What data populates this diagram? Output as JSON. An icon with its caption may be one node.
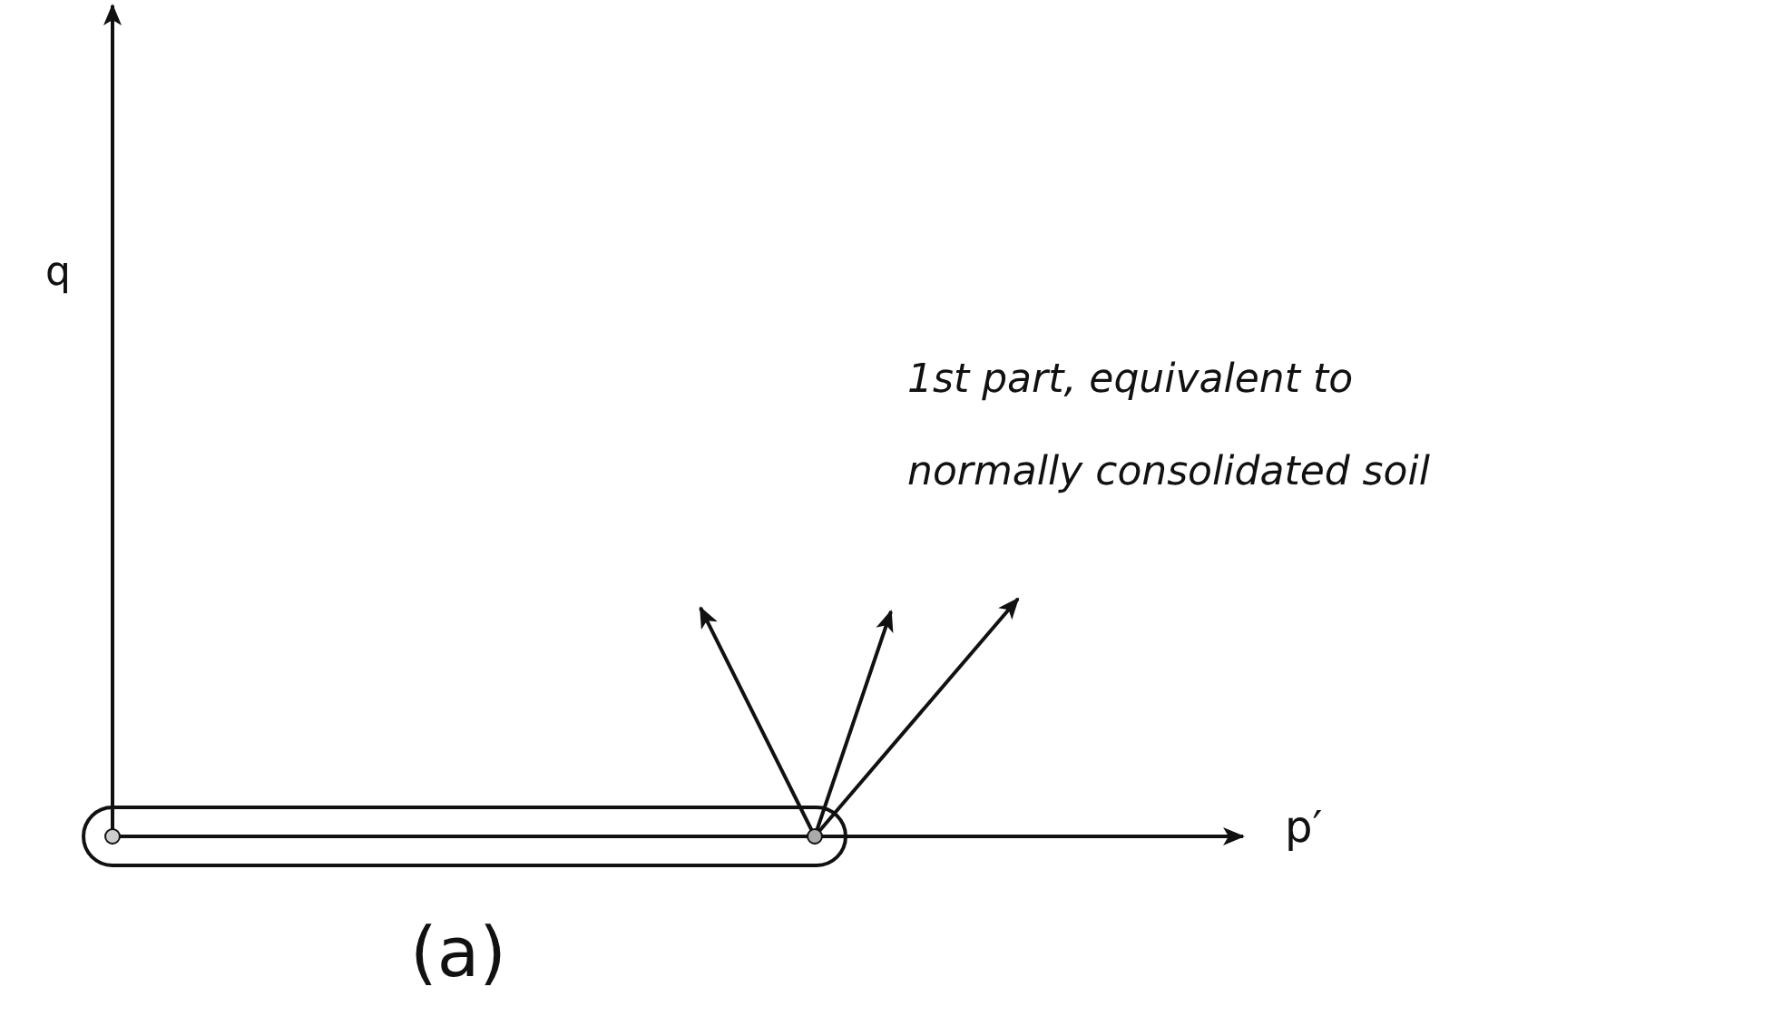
{
  "diagram": {
    "caption": "(a)",
    "labels": [
      "q",
      "1st part, equivalent to normally consolidated soil",
      "p′"
    ]
  }
}
